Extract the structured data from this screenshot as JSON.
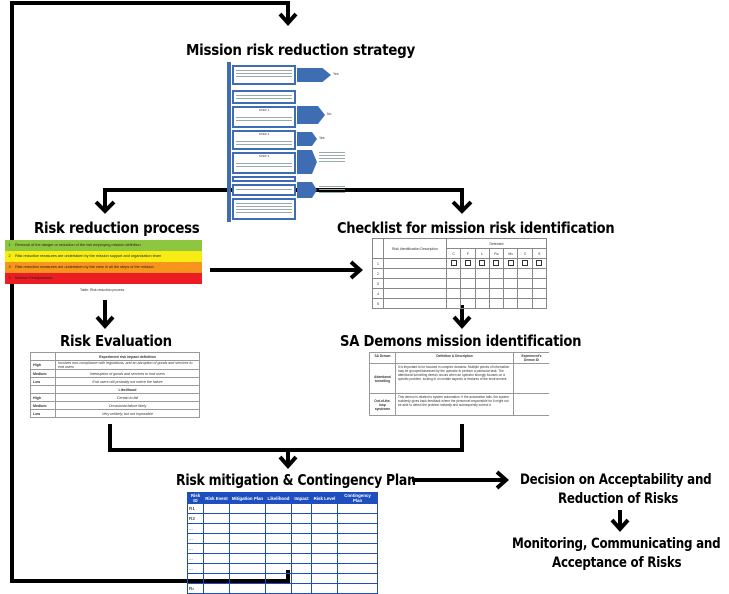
{
  "headings": {
    "strategy": "Mission risk reduction strategy",
    "process": "Risk reduction process",
    "checklist": "Checklist for mission risk identification",
    "evaluation": "Risk Evaluation",
    "sa_demons": "SA Demons mission identification",
    "mitigation": "Risk mitigation & Contingency Plan",
    "decision_line1": "Decision on Acceptability and",
    "decision_line2": "Reduction of Risks",
    "monitoring_line1": "Monitoring, Communicating and",
    "monitoring_line2": "Acceptance of Risks"
  },
  "risk_reduction": {
    "rows": [
      {
        "num": "1",
        "text": "Removal of the danger or reduction of the risk employing mission definition",
        "color": "#8dc63f"
      },
      {
        "num": "2",
        "text": "Risk reduction measures are undertaken by the mission support and organization team",
        "color": "#f7ec13"
      },
      {
        "num": "3",
        "text": "Risk reduction measures are undertaken by the crew in all the steps of the mission",
        "color": "#f7941d"
      },
      {
        "num": "4",
        "text": "Mission Readjustment",
        "color": "#ed1c24"
      }
    ],
    "caption": "Table: Risk reduction process"
  },
  "checklist": {
    "col_header": "Risk Identification Description",
    "detected": "Detected",
    "cols": [
      "C",
      "F",
      "L",
      "Ro",
      "Mc",
      "C",
      "S"
    ],
    "rows": [
      "1",
      "2",
      "3",
      "4",
      "5"
    ]
  },
  "evaluation": {
    "title": "Experiment risk impact definition",
    "impact_rows": [
      {
        "level": "High",
        "desc": "Involves non-compliance with regulations, and an abruption of goods and services to end users"
      },
      {
        "level": "Medium",
        "desc": "Interruption of goods and services to end users"
      },
      {
        "level": "Low",
        "desc": "End users will probably not notice the failure"
      }
    ],
    "likelihood": "Likelihood",
    "likelihood_rows": [
      {
        "level": "High",
        "desc": "Certain to fail"
      },
      {
        "level": "Medium",
        "desc": "Occasional failure likely"
      },
      {
        "level": "Low",
        "desc": "Very unlikely, but not impossible"
      }
    ]
  },
  "sa_demons": {
    "col1": "SA Demon",
    "col2": "Definition & Description",
    "col3": "Experiment's Demon ID",
    "rows": [
      {
        "name": "Attentional tunnelling",
        "desc": "It is important to be focused in complex domains. Multiple pieces of information may be grouped/assessed by the operator to perform a particular task. The attentional tunnelling demon occurs when an operator strongly focuses on a specific problem, locking in on certain aspects or features of the environment."
      },
      {
        "name": "Out-of-the-loop syndrome",
        "desc": "This demon is related to system automation. If the automation fails, the system suddenly gives back feedback where the personnel responsible for it might not be able to detect the problem instantly and subsequently correct it."
      }
    ]
  },
  "mitigation": {
    "headers": [
      "Risk ID",
      "Risk Event",
      "Mitigation Plan",
      "Likelihood",
      "Impact",
      "Risk Level",
      "Contingency Plan"
    ],
    "row_ids": [
      "R1",
      "R2",
      "...",
      "...",
      "...",
      "...",
      "...",
      "...",
      "Rₙ"
    ]
  },
  "strategy_figure": {
    "steps": [
      "STEP 1",
      "STEP 2",
      "STEP 3"
    ],
    "labels": [
      "Yes",
      "No",
      "Yes",
      "No"
    ]
  },
  "colors": {
    "accent_blue": "#3f6db3",
    "table_blue": "#1f4fbf"
  }
}
